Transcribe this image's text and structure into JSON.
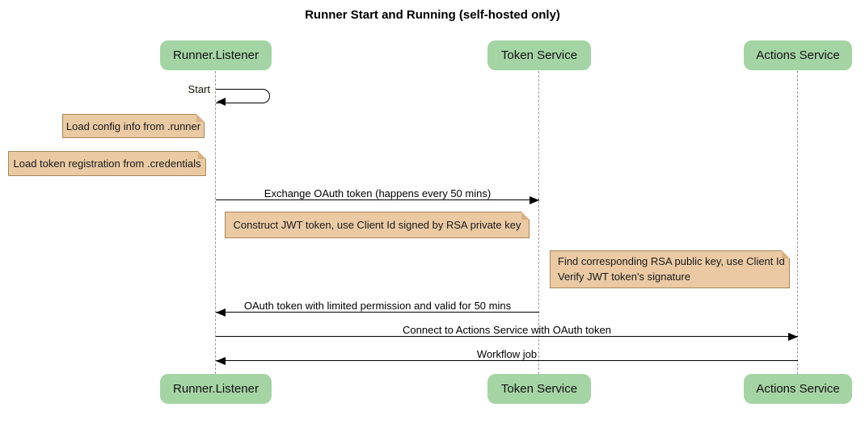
{
  "diagram": {
    "type": "sequence-diagram",
    "title": "Runner Start and Running (self-hosted only)"
  },
  "participants": [
    {
      "label": "Runner.Listener"
    },
    {
      "label": "Token Service"
    },
    {
      "label": "Actions Service"
    }
  ],
  "messages": [
    {
      "from": "Runner.Listener",
      "to": "Runner.Listener",
      "kind": "self",
      "label": "Start"
    },
    {
      "from": "Runner.Listener",
      "to": "Token Service",
      "kind": "solid-arrow",
      "label": "Exchange OAuth token (happens every 50 mins)"
    },
    {
      "from": "Token Service",
      "to": "Runner.Listener",
      "kind": "solid-arrow",
      "label": "OAuth token with limited permission and valid for 50 mins"
    },
    {
      "from": "Runner.Listener",
      "to": "Actions Service",
      "kind": "solid-arrow",
      "label": "Connect to Actions Service with OAuth token"
    },
    {
      "from": "Actions Service",
      "to": "Runner.Listener",
      "kind": "solid-arrow",
      "label": "Workflow job"
    }
  ],
  "notes": [
    {
      "position": "left of Runner.Listener",
      "text": "Load config info from .runner"
    },
    {
      "position": "left of Runner.Listener",
      "text": "Load token registration from .credentials"
    },
    {
      "position": "over Runner.Listener and Token Service",
      "text": "Construct JWT token, use Client Id signed by RSA private key"
    },
    {
      "position": "over Token Service and Actions Service",
      "text": "Find corresponding RSA public key, use Client Id\nVerify JWT token's signature"
    }
  ],
  "colors": {
    "background": "#FFFFFF",
    "participant_fill": "#A4D4A4",
    "note_fill": "#EAC9A3",
    "note_border": "#A8885A",
    "lifeline": "#999999",
    "arrow": "#000000",
    "text": "#000000"
  }
}
